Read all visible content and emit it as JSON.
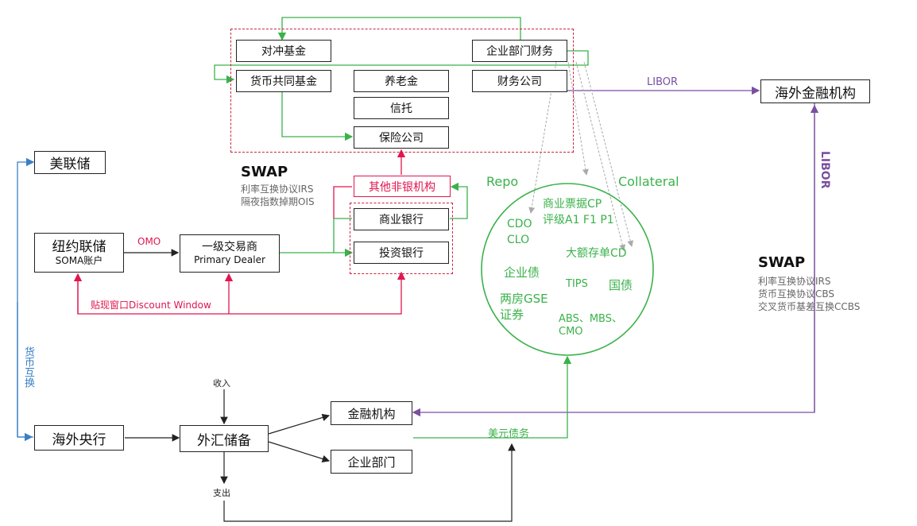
{
  "nodes": {
    "hedge_fund": "对冲基金",
    "corporate_finance": "企业部门财务",
    "money_fund": "货币共同基金",
    "pension": "养老金",
    "finance_company": "财务公司",
    "trust": "信托",
    "insurance": "保险公司",
    "other_nonbank": "其他非银机构",
    "commercial_bank": "商业银行",
    "investment_bank": "投资银行",
    "fed": "美联储",
    "ny_fed_title": "纽约联储",
    "ny_fed_sub": "SOMA账户",
    "dealer_title": "一级交易商",
    "dealer_sub": "Primary Dealer",
    "overseas_fi": "海外金融机构",
    "foreign_cb": "海外央行",
    "fx_reserve": "外汇储备",
    "financial_inst": "金融机构",
    "corporate_sector": "企业部门"
  },
  "swap_left": {
    "title": "SWAP",
    "lines": [
      "利率互换协议IRS",
      "隔夜指数掉期OIS"
    ]
  },
  "swap_right": {
    "title": "SWAP",
    "lines": [
      "利率互换协议IRS",
      "货币互换协议CBS",
      "交叉货币基差互换CCBS"
    ]
  },
  "labels": {
    "omo": "OMO",
    "discount_window": "贴现窗口Discount Window",
    "libor_h": "LIBOR",
    "libor_v": "LIBOR",
    "currency_swap": "货币互换",
    "income": "收入",
    "expense": "支出",
    "usd_debt": "美元债务",
    "repo": "Repo",
    "collateral": "Collateral"
  },
  "collateral_items": {
    "cp": "商业票据CP",
    "rating": "评级A1 F1 P1",
    "cdo": "CDO",
    "clo": "CLO",
    "cd": "大额存单CD",
    "corp_bond": "企业债",
    "tips": "TIPS",
    "treasury": "国债",
    "gse1": "两房GSE",
    "gse2": "证券",
    "abs": "ABS、MBS、",
    "cmo": "CMO"
  },
  "colors": {
    "green": "#3ab24a",
    "purple": "#7a4fa0",
    "red": "#e0164f",
    "blue": "#3a7fc4",
    "gray": "#999999"
  }
}
